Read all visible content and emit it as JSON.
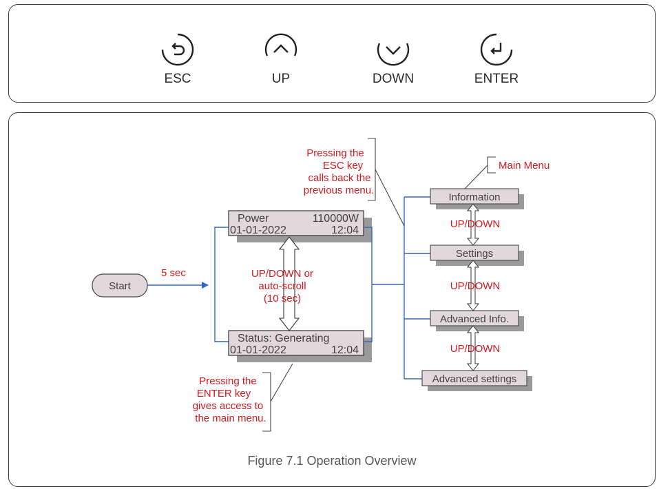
{
  "keys": [
    {
      "name": "ESC",
      "icon": "back-arrow-icon"
    },
    {
      "name": "UP",
      "icon": "chevron-up-icon"
    },
    {
      "name": "DOWN",
      "icon": "chevron-down-icon"
    },
    {
      "name": "ENTER",
      "icon": "enter-arrow-icon"
    }
  ],
  "flow": {
    "start_label": "Start",
    "delay_label": "5 sec",
    "screen1": {
      "line1_left": "Power",
      "line1_right": "110000W",
      "line2_left": "01-01-2022",
      "line2_right": "12:04"
    },
    "screen2": {
      "line1": "Status:  Generating",
      "line2_left": "01-01-2022",
      "line2_right": "12:04"
    },
    "scroll_note": [
      "UP/DOWN or",
      "auto-scroll",
      "(10 sec)"
    ],
    "esc_note": [
      "Pressing the",
      "ESC key",
      "calls back the",
      "previous menu."
    ],
    "enter_note": [
      "Pressing the",
      "ENTER key",
      "gives access to",
      "the main menu."
    ],
    "main_menu_label": "Main Menu",
    "menu_items": [
      "Information",
      "Settings",
      "Advanced Info.",
      "Advanced settings"
    ],
    "updown_label": "UP/DOWN"
  },
  "caption": "Figure 7.1 Operation Overview",
  "colors": {
    "connector": "#3366bb",
    "note_text": "#d0191e",
    "box_fill": "#e2d8dc",
    "arrow_fill": "#3366cc"
  }
}
